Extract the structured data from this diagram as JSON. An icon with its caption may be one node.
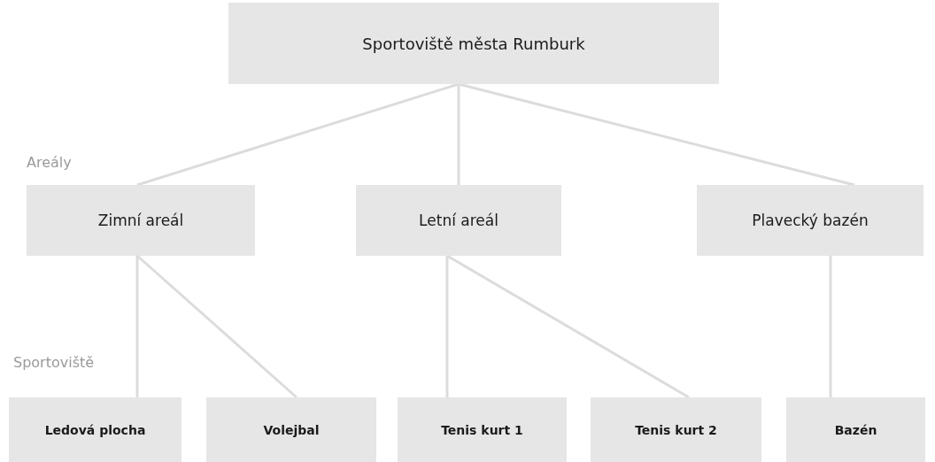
{
  "diagram": {
    "nodes": [
      {
        "text": [
          "Sportoviště města Rumburk"
        ]
      },
      {
        "text": [
          "Zimní areál"
        ]
      },
      {
        "text": [
          "Letní areál"
        ]
      },
      {
        "text": [
          "Plavecký bazén"
        ]
      },
      {
        "text": [
          "Ledová plocha"
        ]
      },
      {
        "text": [
          "Volejbal"
        ]
      },
      {
        "text": [
          "Tenis kurt 1"
        ]
      },
      {
        "text": [
          "Tenis kurt 2"
        ]
      },
      {
        "text": [
          "Bazén"
        ]
      }
    ],
    "edges": [
      {
        "from": 0,
        "to": 1,
        "arrow": "none"
      },
      {
        "from": 0,
        "to": 2,
        "arrow": "none"
      },
      {
        "from": 0,
        "to": 3,
        "arrow": "none"
      },
      {
        "from": 1,
        "to": 4,
        "arrow": "none"
      },
      {
        "from": 1,
        "to": 5,
        "arrow": "none"
      },
      {
        "from": 2,
        "to": 6,
        "arrow": "none"
      },
      {
        "from": 2,
        "to": 7,
        "arrow": "none"
      },
      {
        "from": 3,
        "to": 8,
        "arrow": "none"
      }
    ],
    "labels": [
      "Areály",
      "Sportoviště"
    ]
  }
}
